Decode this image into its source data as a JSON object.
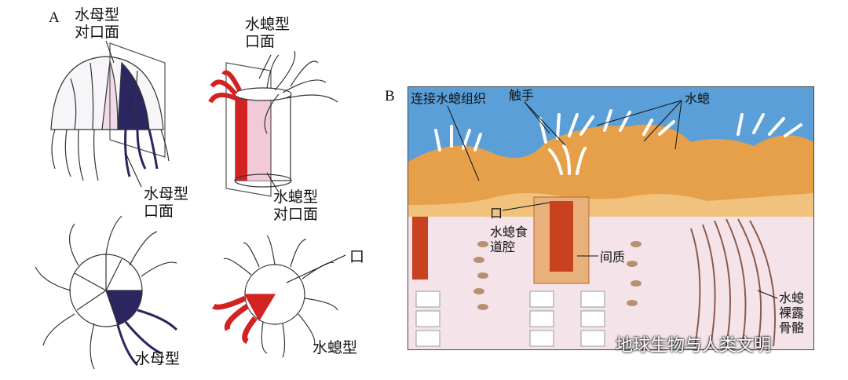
{
  "panel_a": {
    "letter": "A",
    "medusa_aboral": "水母型\n对口面",
    "polyp_oral": "水螅型\n口面",
    "medusa_oral": "水母型\n口面",
    "polyp_aboral": "水螅型\n对口面",
    "mouth": "口",
    "medusa_form": "水母型",
    "polyp_form": "水螅型"
  },
  "panel_b": {
    "letter": "B",
    "coenosarc": "连接水螅组织",
    "tentacles": "触手",
    "polyps": "水螅",
    "mouth": "口",
    "gastric_cavity": "水螅食\n道腔",
    "mesoglea": "间质",
    "bare_skeleton": "水螅\n裸露\n骨骼"
  },
  "watermark": "地球生物与人类文明",
  "colors": {
    "medusa_highlight": "#2b2560",
    "polyp_highlight": "#d32222",
    "ocean": "#5b9fd8",
    "tissue": "#e7a04a",
    "skeleton": "#f4e4ea"
  }
}
